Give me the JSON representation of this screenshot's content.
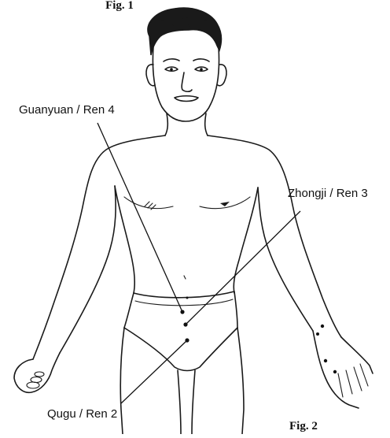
{
  "figure": {
    "caption_top": "Fig. 1",
    "caption_bottom": "Fig. 2"
  },
  "points": [
    {
      "label": "Guanyuan / Ren 4"
    },
    {
      "label": "Zhongji / Ren 3"
    },
    {
      "label": "Qugu / Ren 2"
    }
  ],
  "colors": {
    "ink": "#1a1a1a",
    "background": "#ffffff"
  }
}
